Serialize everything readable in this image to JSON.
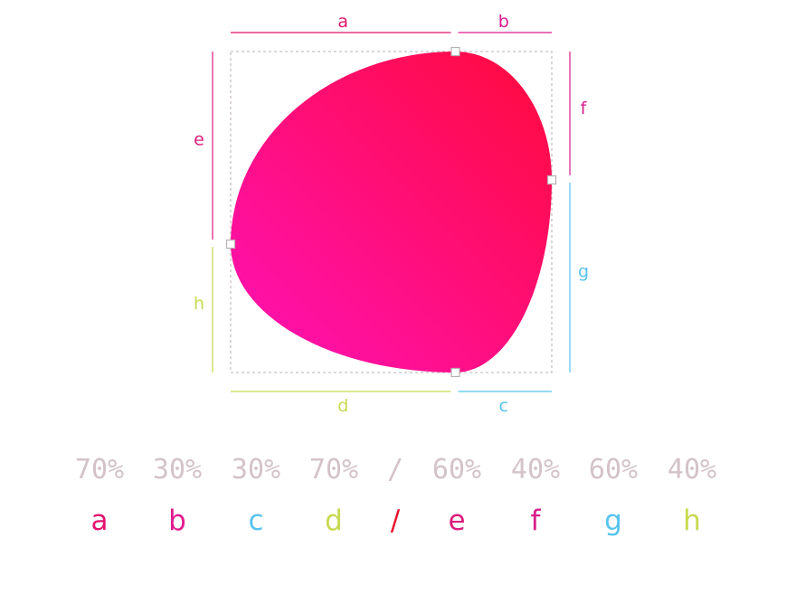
{
  "colors": {
    "a": "#e3136e",
    "b": "#e01b8e",
    "c": "#56c4ee",
    "d": "#c8d94e",
    "e": "#dc1b7a",
    "f": "#d81e8a",
    "g": "#56c4ee",
    "h": "#c8d94e",
    "slash": "#e8102e",
    "values": "#d3c3c8",
    "blob_start": "#ff0a3c",
    "blob_end": "#ff12b8",
    "dashed_box": "#c8c0c4"
  },
  "labels": {
    "a": "a",
    "b": "b",
    "c": "c",
    "d": "d",
    "e": "e",
    "f": "f",
    "g": "g",
    "h": "h"
  },
  "radius": {
    "values": [
      "70%",
      "30%",
      "30%",
      "70%",
      "/",
      "60%",
      "40%",
      "60%",
      "40%"
    ],
    "letters": [
      "a",
      "b",
      "c",
      "d",
      "/",
      "e",
      "f",
      "g",
      "h"
    ]
  },
  "fractions": {
    "horizontal_top": 0.7,
    "horizontal_bottom": 0.7,
    "vertical_left": 0.6,
    "vertical_right": 0.4
  }
}
